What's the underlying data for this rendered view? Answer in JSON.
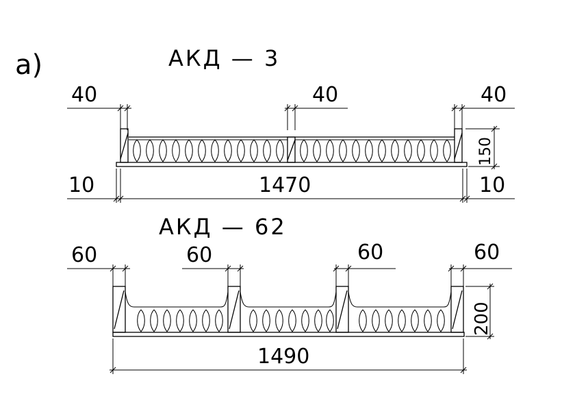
{
  "figure_label": "а)",
  "panels": [
    {
      "title": "АКД — 3",
      "top_dims": [
        "40",
        "40",
        "40"
      ],
      "bottom_dims": [
        "10",
        "1470",
        "10"
      ],
      "height_dim": "150"
    },
    {
      "title": "АКД — 62",
      "top_dims": [
        "60",
        "60",
        "60",
        "60"
      ],
      "bottom_dims": [
        "1490"
      ],
      "height_dim": "200"
    }
  ]
}
